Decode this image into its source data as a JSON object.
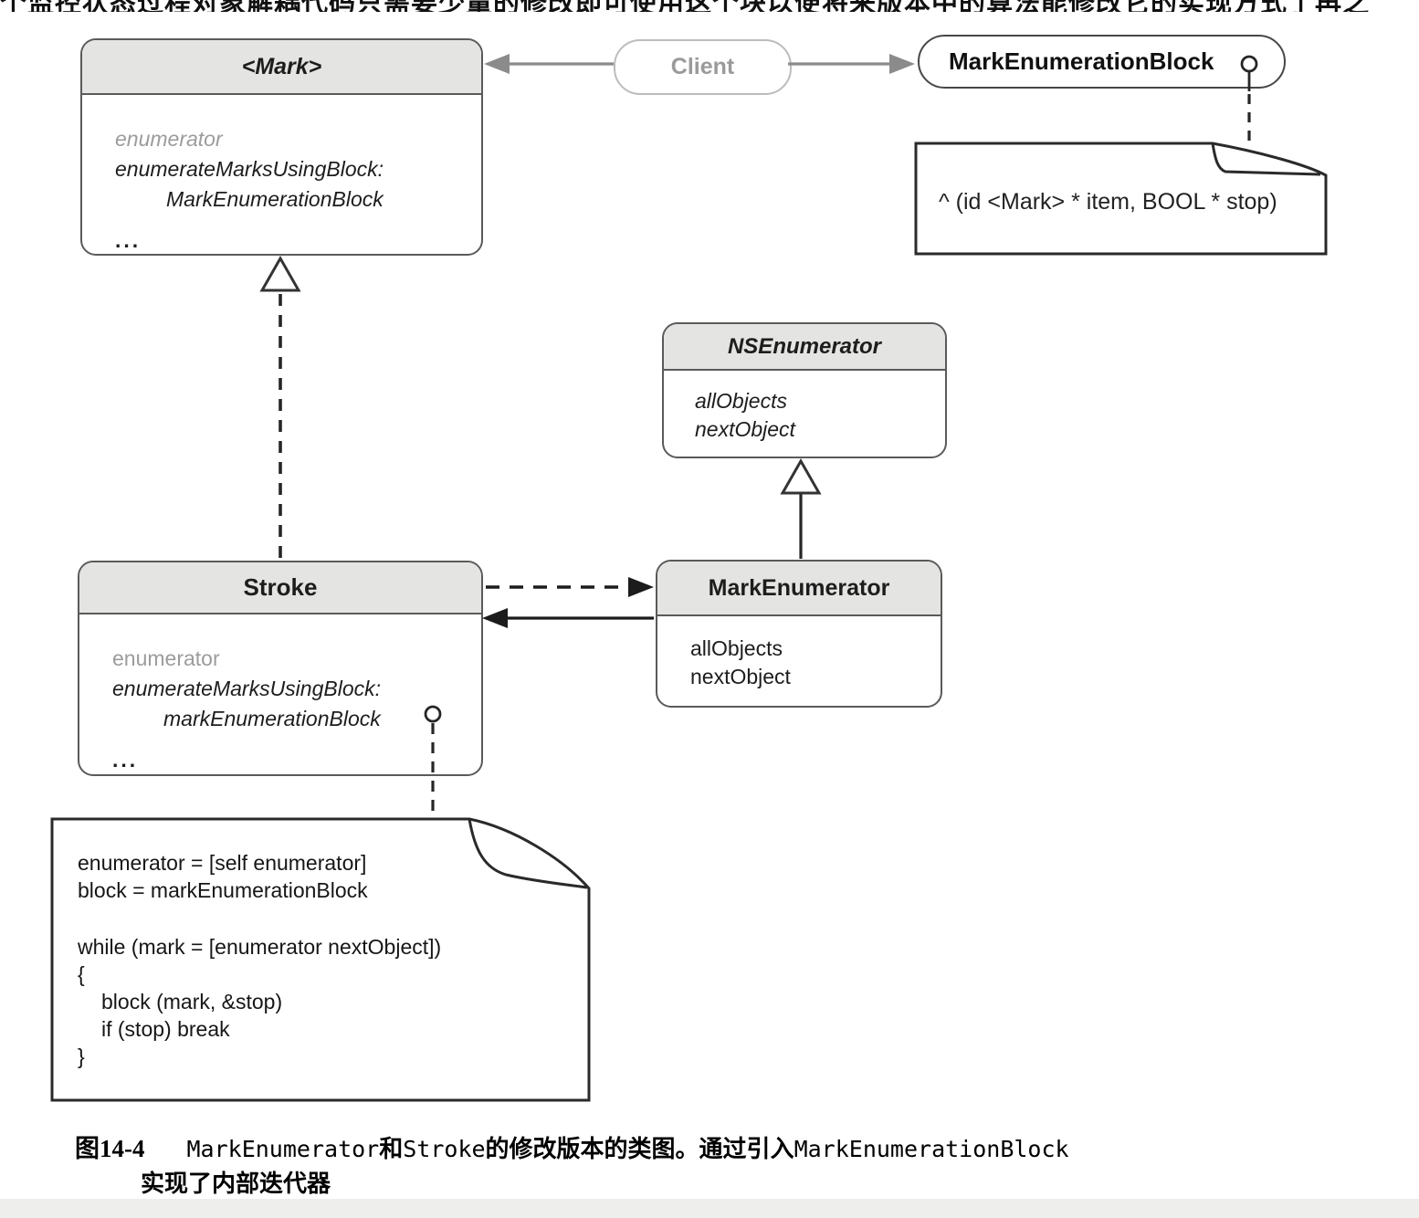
{
  "decor": {
    "top_clipped_text": "个监控状态过程对象解耦代码只需要少量的修改即可使用这个块以便将来版本中的算法能修改它的实现方式了再之"
  },
  "diagram": {
    "mark": {
      "title": "<Mark>",
      "m1": "enumerator",
      "m2": "enumerateMarksUsingBlock:",
      "m3": "MarkEnumerationBlock",
      "m4": "..."
    },
    "client": {
      "label": "Client"
    },
    "meb": {
      "label": "MarkEnumerationBlock"
    },
    "meb_note": {
      "line1": "^ (id <Mark> * item, BOOL * stop)"
    },
    "nsenum": {
      "title": "NSEnumerator",
      "m1": "allObjects",
      "m2": "nextObject"
    },
    "stroke": {
      "title": "Stroke",
      "m1": "enumerator",
      "m2": "enumerateMarksUsingBlock:",
      "m3": "markEnumerationBlock",
      "m4": "..."
    },
    "menum": {
      "title": "MarkEnumerator",
      "m1": "allObjects",
      "m2": "nextObject"
    },
    "code_note": {
      "l1": "enumerator = [self enumerator]",
      "l2": "block = markEnumerationBlock",
      "l3": "while (mark = [enumerator nextObject])",
      "l4": "{",
      "l5": "block (mark, &stop)",
      "l6": "if (stop) break",
      "l7": "}"
    }
  },
  "caption": {
    "fig": "图14-4",
    "seg1": "MarkEnumerator",
    "seg2": "和",
    "seg3": "Stroke",
    "seg4": "的修改版本的类图。通过引入",
    "seg5": "MarkEnumerationBlock",
    "line2": "实现了内部迭代器"
  },
  "colors": {
    "header_fill": "#e4e4e2",
    "box_border": "#5a5a5a",
    "gray_text": "#9c9c9c",
    "client_gray": "#9a9a9a",
    "arrow_gray": "#8b8b8b",
    "ink": "#1d1d1d"
  }
}
